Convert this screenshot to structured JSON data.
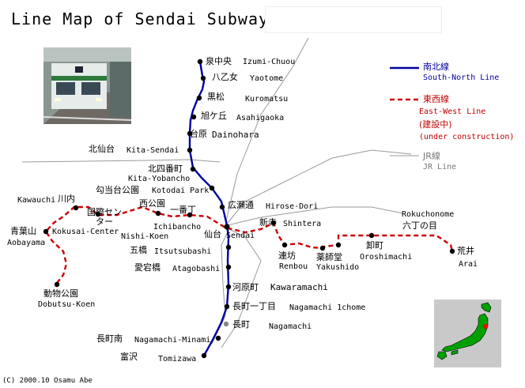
{
  "title": "Line Map of Sendai Subway",
  "copyright": "(C) 2000.10  Osamu Abe",
  "legend": {
    "south_north_jp": "南北線",
    "south_north_en": "South-North Line",
    "east_west_jp": "東西線",
    "east_west_en": "East-West Line",
    "under_construction_jp": "(建設中)",
    "under_construction_en": "(under construction)",
    "jr_jp": "JR線",
    "jr_en": "JR Line"
  },
  "colors": {
    "south_north": "#0000a0",
    "east_west": "#cc0000",
    "jr": "#999999"
  },
  "stations_sn": [
    {
      "jp": "泉中央",
      "en": "Izumi-Chuou"
    },
    {
      "jp": "八乙女",
      "en": "Yaotome"
    },
    {
      "jp": "黒松",
      "en": "Kuromatsu"
    },
    {
      "jp": "旭ケ丘",
      "en": "Asahigaoka"
    },
    {
      "jp": "台原",
      "en": "Dainohara"
    },
    {
      "jp": "北仙台",
      "en": "Kita-Sendai"
    },
    {
      "jp": "北四番町",
      "en": "Kita-Yobancho"
    },
    {
      "jp": "勾当台公園",
      "en": "Kotodai Park"
    },
    {
      "jp": "広瀬通",
      "en": "Hirose-Dori"
    },
    {
      "jp": "仙台",
      "en": "Sendai"
    },
    {
      "jp": "五橋",
      "en": "Itsutsubashi"
    },
    {
      "jp": "愛宕橋",
      "en": "Atagobashi"
    },
    {
      "jp": "河原町",
      "en": "Kawaramachi"
    },
    {
      "jp": "長町一丁目",
      "en": "Nagamachi 1chome"
    },
    {
      "jp": "長町",
      "en": "Nagamachi"
    },
    {
      "jp": "長町南",
      "en": "Nagamachi-Minami"
    },
    {
      "jp": "富沢",
      "en": "Tomizawa"
    }
  ],
  "stations_ew": [
    {
      "jp": "動物公園",
      "en": "Dobutsu-Koen"
    },
    {
      "jp": "青葉山",
      "en": "Aobayama"
    },
    {
      "jp": "川内",
      "en": "Kawauchi"
    },
    {
      "jp": "国際センター",
      "en": "Kokusai-Center"
    },
    {
      "jp": "西公園",
      "en": "Nishi-Koen"
    },
    {
      "jp": "一番丁",
      "en": "Ichibancho"
    },
    {
      "jp": "新寺",
      "en": "Shintera"
    },
    {
      "jp": "連坊",
      "en": "Renbou"
    },
    {
      "jp": "薬師堂",
      "en": "Yakushido"
    },
    {
      "jp": "卸町",
      "en": "Oroshimachi"
    },
    {
      "jp": "六丁の目",
      "en": "Rokuchonome"
    },
    {
      "jp": "荒井",
      "en": "Arai"
    }
  ]
}
